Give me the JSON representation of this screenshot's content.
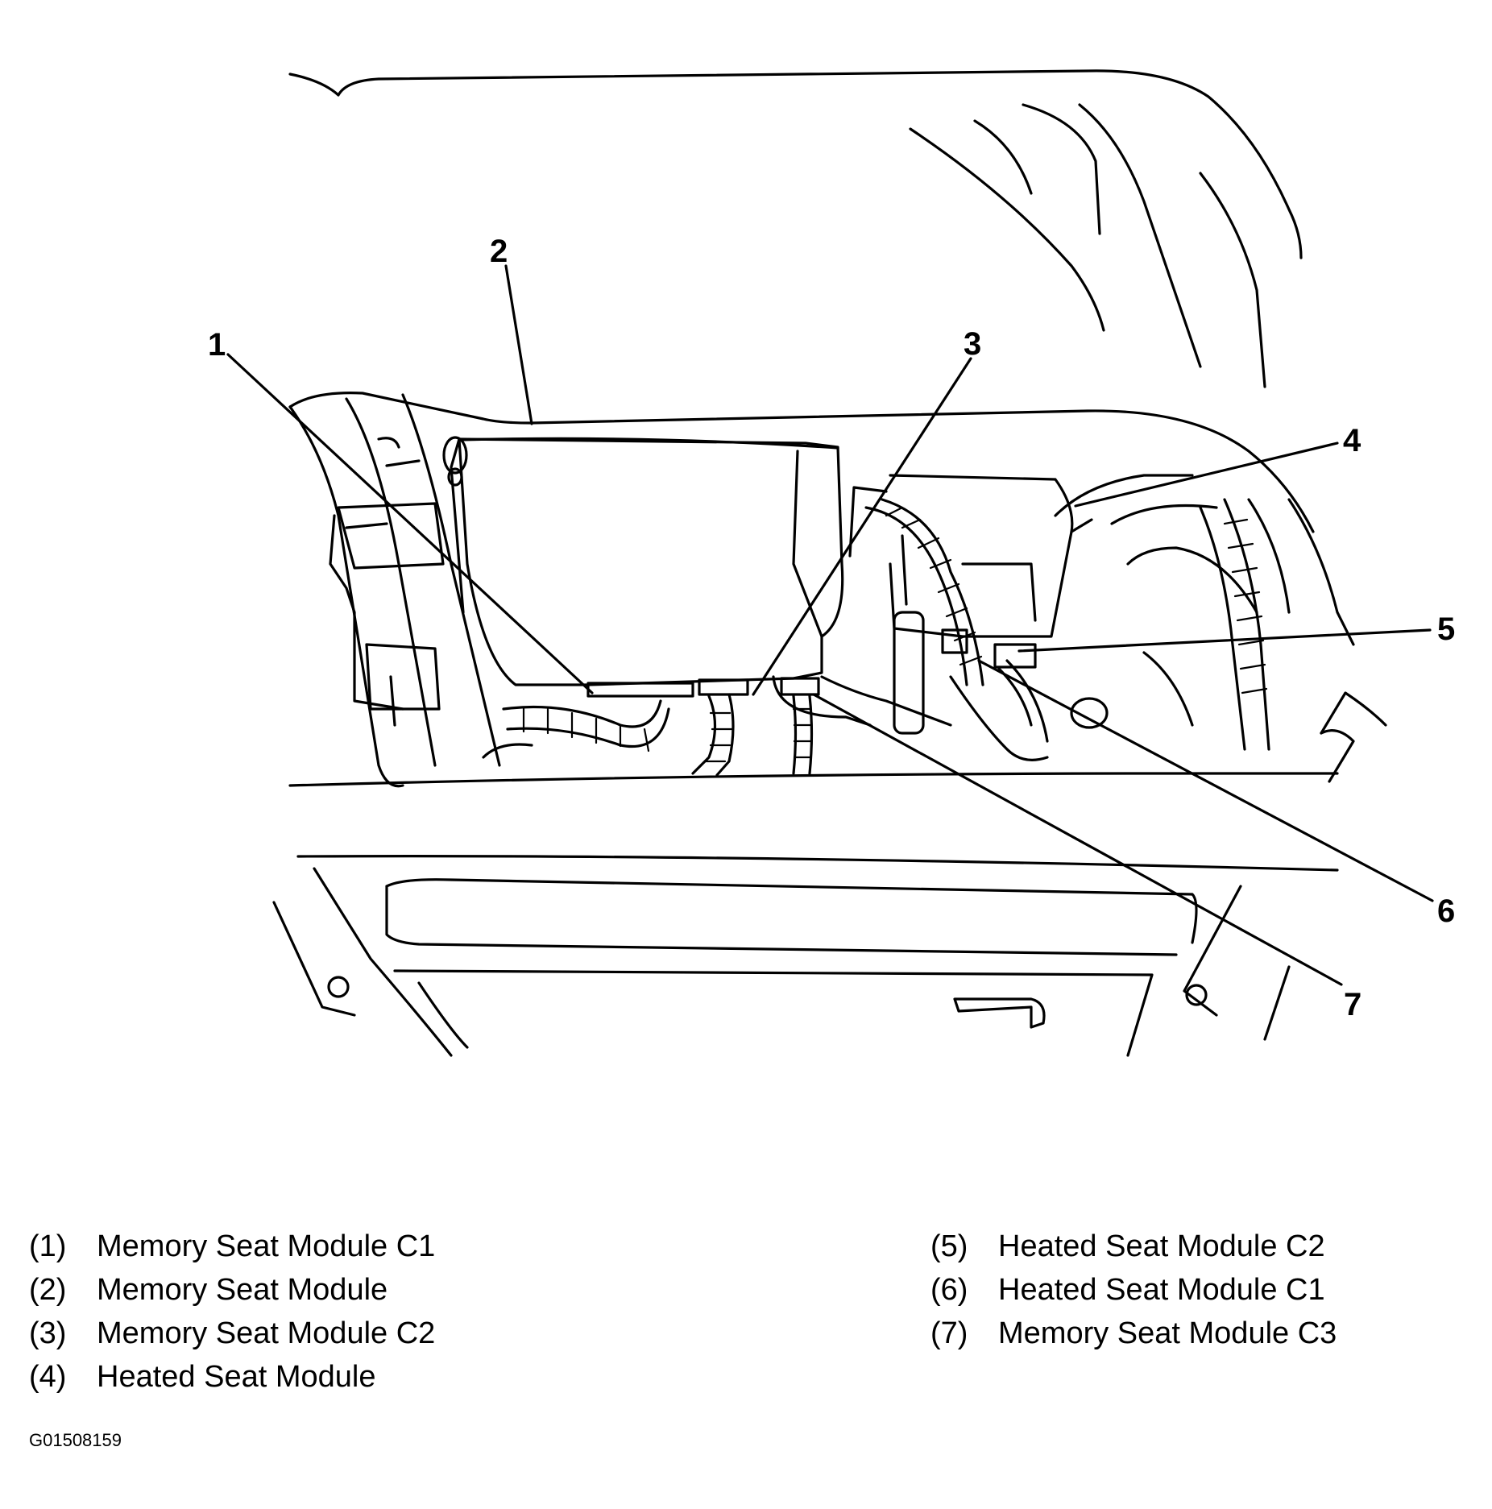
{
  "callouts": [
    {
      "number": "1",
      "label": "Memory Seat Module C1"
    },
    {
      "number": "2",
      "label": "Memory Seat Module"
    },
    {
      "number": "3",
      "label": "Memory Seat Module C2"
    },
    {
      "number": "4",
      "label": "Heated Seat Module"
    },
    {
      "number": "5",
      "label": "Heated Seat Module C2"
    },
    {
      "number": "6",
      "label": "Heated Seat Module C1"
    },
    {
      "number": "7",
      "label": "Memory Seat Module C3"
    }
  ],
  "legend": {
    "left": [
      {
        "num": "(1)",
        "text": "Memory Seat Module C1"
      },
      {
        "num": "(2)",
        "text": "Memory Seat Module"
      },
      {
        "num": "(3)",
        "text": "Memory Seat Module C2"
      },
      {
        "num": "(4)",
        "text": "Heated Seat Module"
      }
    ],
    "right": [
      {
        "num": "(5)",
        "text": "Heated Seat Module C2"
      },
      {
        "num": "(6)",
        "text": "Heated Seat Module C1"
      },
      {
        "num": "(7)",
        "text": "Memory Seat Module C3"
      }
    ]
  },
  "figure_id": "G01508159"
}
